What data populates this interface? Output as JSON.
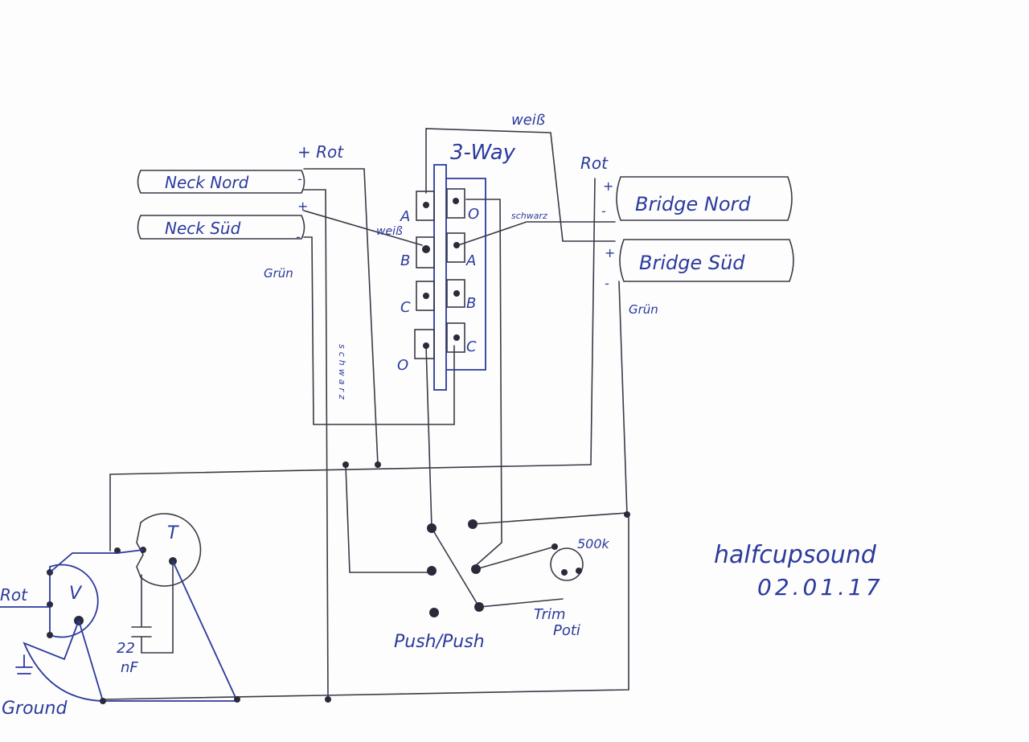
{
  "pickups": {
    "neck_north": "Neck Nord",
    "neck_south": "Neck Süd",
    "bridge_north": "Bridge Nord",
    "bridge_south": "Bridge Süd"
  },
  "wire_labels": {
    "neck_red": "+ Rot",
    "neck_green": "Grün",
    "white_top": "weiß",
    "white_neck": "weiß",
    "bridge_red": "Rot",
    "bridge_green": "Grün",
    "black_bridge": "schwarz",
    "black_vertical": "schwarz",
    "left_red": "Rot",
    "ground": "Ground"
  },
  "polarity": {
    "plus": "+",
    "minus": "-"
  },
  "switch": {
    "title": "3-Way",
    "left_terminals": [
      "A",
      "B",
      "C",
      "O"
    ],
    "right_terminals": [
      "O",
      "A",
      "B",
      "C"
    ]
  },
  "pots": {
    "tone": "T",
    "volume": "V",
    "capacitor_value": "22",
    "capacitor_unit": "nF",
    "push_push": "Push/Push",
    "trim_value": "500k",
    "trim_label_1": "Trim",
    "trim_label_2": "Poti"
  },
  "signature": {
    "name": "halfcupsound",
    "date": "02.01.17"
  },
  "colors": {
    "ink_blue": "#2b3a9c",
    "wire": "#3a3a48"
  }
}
